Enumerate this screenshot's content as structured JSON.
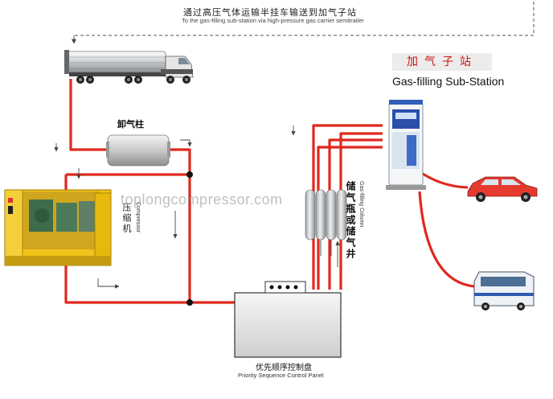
{
  "header": {
    "title_cn": "通过高压气体运输半挂车输送到加气子站",
    "title_en": "To the gas-filling sub-station via high-pressure gas carrier semitrailer"
  },
  "substation": {
    "label_cn": "加气子站",
    "label_en": "Gas-filling Sub-Station"
  },
  "unloading_column": {
    "label_cn": "卸气柱"
  },
  "compressor": {
    "label_cn": "压缩机",
    "label_en": "Compressor"
  },
  "storage": {
    "label_cn": "储气瓶或储气井",
    "label_en": "Gas-filling Column"
  },
  "control_panel": {
    "label_cn": "优先顺序控制盘",
    "label_en": "Priority Sequence Control Panel"
  },
  "watermark": {
    "text": "toplongcompressor.com"
  },
  "colors": {
    "pipe": "#e0281e",
    "gas_arrow": "#555555",
    "accent_title": "#d01010"
  },
  "icons": [
    "semitrailer-truck-icon",
    "unloading-column-icon",
    "compressor-unit-icon",
    "storage-cylinders-icon",
    "control-panel-icon",
    "dispenser-icon",
    "car-icon",
    "bus-icon"
  ]
}
